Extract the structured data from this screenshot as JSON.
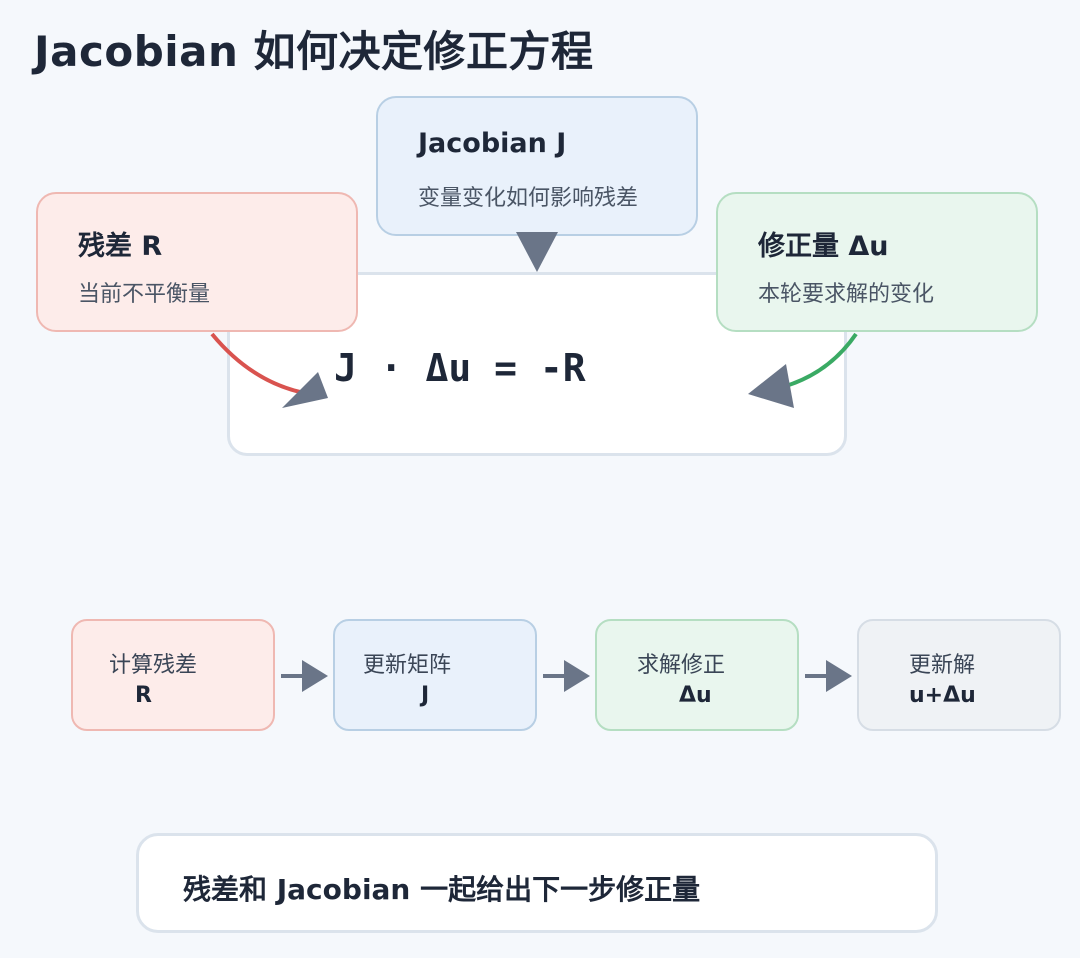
{
  "title": "Jacobian 如何决定修正方程",
  "equation": "J · Δu = -R",
  "cards": {
    "residual": {
      "title": "残差 R",
      "subtitle": "当前不平衡量"
    },
    "jacobian": {
      "title": "Jacobian J",
      "subtitle": "变量变化如何影响残差"
    },
    "correction": {
      "title": "修正量 Δu",
      "subtitle": "本轮要求解的变化"
    }
  },
  "steps": [
    {
      "label": "计算残差",
      "value": "R"
    },
    {
      "label": "更新矩阵",
      "value": "J"
    },
    {
      "label": "求解修正",
      "value": "Δu"
    },
    {
      "label": "更新解",
      "value": "u+Δu"
    }
  ],
  "summary": "残差和 Jacobian 一起给出下一步修正量",
  "colors": {
    "residual_accent": "#d9534f",
    "correction_accent": "#3aaa64",
    "arrow": "#6a7588"
  }
}
